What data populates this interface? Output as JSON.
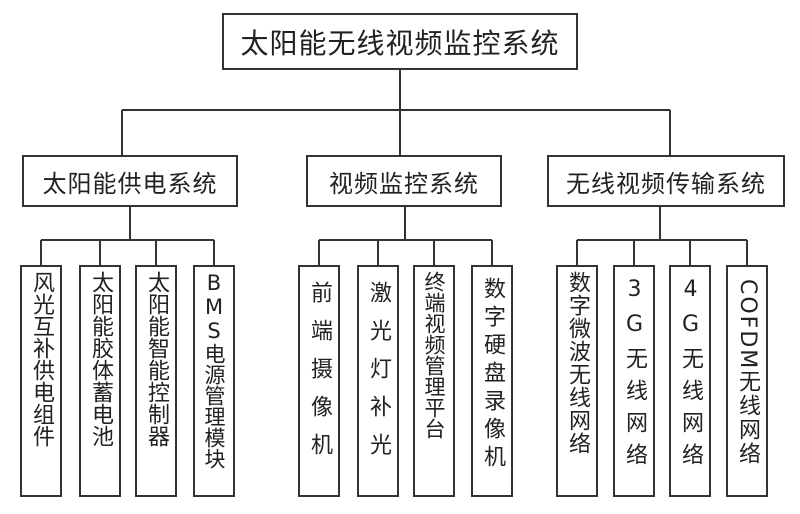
{
  "diagram": {
    "title": "太阳能无线视频监控系统",
    "branches": [
      {
        "label": "太阳能供电系统",
        "children": [
          "风光互补供电组件",
          "太阳能胶体蓄电池",
          "太阳能智能控制器",
          "BMS电源管理模块"
        ]
      },
      {
        "label": "视频监控系统",
        "children": [
          "前端摄像机",
          "激光灯补光",
          "终端视频管理平台",
          "数字硬盘录像机"
        ]
      },
      {
        "label": "无线视频传输系统",
        "children": [
          "数字微波无线网络",
          "3G无线网络",
          "4G无线网络",
          "COFDM无线网络"
        ]
      }
    ]
  }
}
